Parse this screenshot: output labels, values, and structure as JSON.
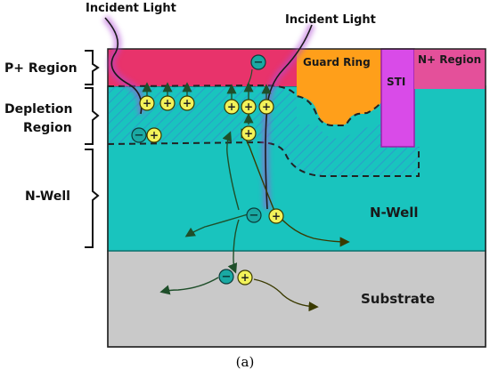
{
  "labels": {
    "incident_light_left": "Incident Light",
    "incident_light_right": "Incident Light",
    "p_region": "P+ Region",
    "depletion_line1": "Depletion",
    "depletion_line2": "Region",
    "n_well_side": "N-Well",
    "n_well_inner": "N-Well",
    "guard_ring": "Guard Ring",
    "sti": "STI",
    "n_plus_region": "N+ Region",
    "substrate": "Substrate",
    "caption": "(a)"
  },
  "carriers": {
    "electron_symbol": "−",
    "hole_symbol": "+"
  },
  "colors": {
    "p_plus": "#e8336b",
    "n_well": "#19c4be",
    "guard_ring": "#ff9f1a",
    "sti": "#d94be8",
    "n_plus": "#e4509a",
    "substrate": "#c9c9c9",
    "electron": "#1aa9a3",
    "hole": "#f2f25a",
    "depletion_hatch": "#3b7bd4",
    "light_glow": "#b04bd6"
  },
  "icons": {
    "electron": "electron-icon",
    "hole": "hole-icon",
    "light_beam": "light-beam-icon"
  }
}
